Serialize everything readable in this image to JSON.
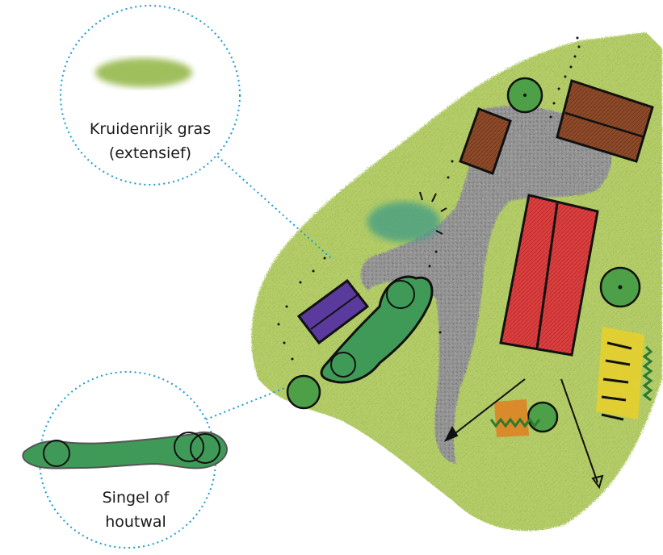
{
  "callouts": {
    "gras": {
      "line1": "Kruidenrijk gras",
      "line2": "(extensief)"
    },
    "singel": {
      "line1": "Singel of",
      "line2": "houtwal"
    }
  },
  "colors": {
    "callout_line": "#1c9bd0",
    "grass": "#a3c24a",
    "path": "#8f8f8f",
    "hedge": "#3f9a57",
    "house_red": "#d93a3a",
    "shed_brown": "#8b4a2a",
    "shed_purple": "#5b3a9e",
    "yellow_patch": "#e6cf2e",
    "orange_patch": "#d98a2a",
    "ink": "#111111"
  }
}
